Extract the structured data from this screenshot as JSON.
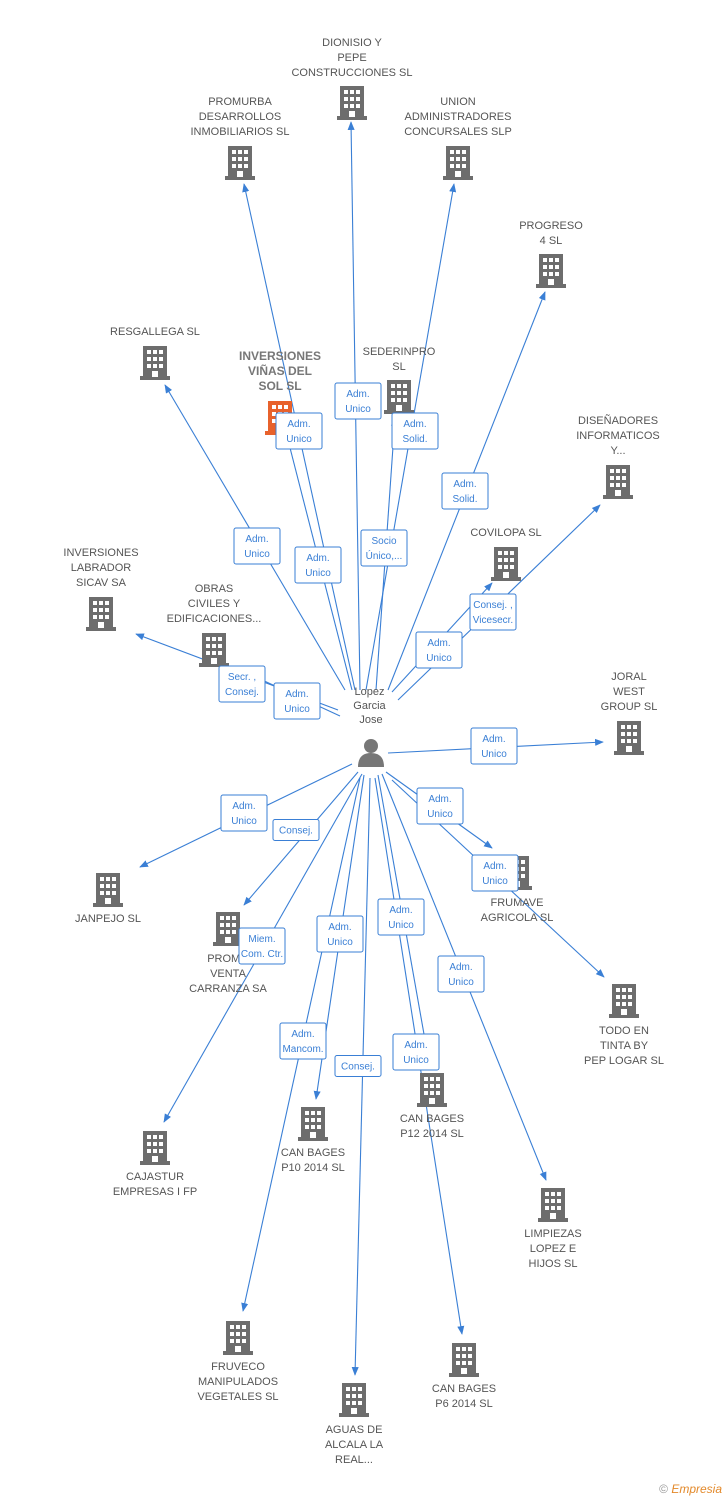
{
  "center": {
    "label": [
      "Lopez",
      "Garcia",
      "Jose"
    ]
  },
  "nodes": [
    {
      "id": "dionisio",
      "label": [
        "DIONISIO Y",
        "PEPE",
        "CONSTRUCCIONES SL"
      ]
    },
    {
      "id": "promurba",
      "label": [
        "PROMURBA",
        "DESARROLLOS",
        "INMOBILIARIOS SL"
      ]
    },
    {
      "id": "union",
      "label": [
        "UNION",
        "ADMINISTRADORES",
        "CONCURSALES SLP"
      ]
    },
    {
      "id": "progreso",
      "label": [
        "PROGRESO",
        "4 SL"
      ]
    },
    {
      "id": "resgallega",
      "label": [
        "RESGALLEGA SL"
      ]
    },
    {
      "id": "inversiones-vinas",
      "label": [
        "INVERSIONES",
        "VIÑAS DEL",
        "SOL SL"
      ],
      "focus": true
    },
    {
      "id": "sederinpro",
      "label": [
        "SEDERINPRO",
        "SL"
      ]
    },
    {
      "id": "disenadores",
      "label": [
        "DISEÑADORES",
        "INFORMATICOS",
        "Y..."
      ]
    },
    {
      "id": "covilopa",
      "label": [
        "COVILOPA SL"
      ]
    },
    {
      "id": "inversiones-labrador",
      "label": [
        "INVERSIONES",
        "LABRADOR",
        "SICAV SA"
      ]
    },
    {
      "id": "obras",
      "label": [
        "OBRAS",
        "CIVILES Y",
        "EDIFICACIONES..."
      ]
    },
    {
      "id": "joral",
      "label": [
        "JORAL",
        "WEST",
        "GROUP SL"
      ]
    },
    {
      "id": "janpejo",
      "label": [
        "JANPEJO SL"
      ]
    },
    {
      "id": "promo-venta",
      "label": [
        "PROMO",
        "VENTA",
        "CARRANZA SA"
      ]
    },
    {
      "id": "frumave",
      "label": [
        "FRUMAVE",
        "AGRICOLA SL"
      ]
    },
    {
      "id": "todo-en-tinta",
      "label": [
        "TODO EN",
        "TINTA BY",
        "PEP LOGAR SL"
      ]
    },
    {
      "id": "cajastur",
      "label": [
        "CAJASTUR",
        "EMPRESAS I FP"
      ]
    },
    {
      "id": "can-bages-p10",
      "label": [
        "CAN BAGES",
        "P10 2014  SL"
      ]
    },
    {
      "id": "can-bages-p12",
      "label": [
        "CAN BAGES",
        "P12 2014  SL"
      ]
    },
    {
      "id": "limpiezas",
      "label": [
        "LIMPIEZAS",
        "LOPEZ E",
        "HIJOS SL"
      ]
    },
    {
      "id": "fruveco",
      "label": [
        "FRUVECO",
        "MANIPULADOS",
        "VEGETALES SL"
      ]
    },
    {
      "id": "aguas",
      "label": [
        "AGUAS DE",
        "ALCALA LA",
        "REAL..."
      ]
    },
    {
      "id": "can-bages-p6",
      "label": [
        "CAN BAGES",
        "P6 2014  SL"
      ]
    }
  ],
  "edges": [
    {
      "target": "dionisio",
      "label": [
        "Adm.",
        "Unico"
      ]
    },
    {
      "target": "promurba",
      "label": [
        "Adm.",
        "Unico"
      ]
    },
    {
      "target": "union",
      "label": [
        "Socio",
        "Único,..."
      ]
    },
    {
      "target": "progreso",
      "label": [
        "Adm.",
        "Solid."
      ]
    },
    {
      "target": "resgallega",
      "label": [
        "Adm.",
        "Unico"
      ]
    },
    {
      "target": "inversiones-vinas",
      "label": [
        "Adm.",
        "Unico"
      ]
    },
    {
      "target": "sederinpro",
      "label": [
        "Adm.",
        "Solid."
      ]
    },
    {
      "target": "disenadores",
      "label": [
        "Consej. ,",
        "Vicesecr."
      ]
    },
    {
      "target": "covilopa",
      "label": [
        "Adm.",
        "Unico"
      ]
    },
    {
      "target": "inversiones-labrador",
      "label": [
        "Secr. ,",
        "Consej."
      ]
    },
    {
      "target": "obras",
      "label": [
        "Adm.",
        "Unico"
      ]
    },
    {
      "target": "joral",
      "label": [
        "Adm.",
        "Unico"
      ]
    },
    {
      "target": "janpejo",
      "label": [
        "Adm.",
        "Unico"
      ]
    },
    {
      "target": "promo-venta",
      "label": [
        "Consej."
      ]
    },
    {
      "target": "frumave",
      "label": [
        "Adm.",
        "Unico"
      ]
    },
    {
      "target": "todo-en-tinta",
      "label": [
        "Adm.",
        "Unico"
      ]
    },
    {
      "target": "cajastur",
      "label": [
        "Miem.",
        "Com. Ctr."
      ]
    },
    {
      "target": "can-bages-p10",
      "label": [
        "Adm.",
        "Unico"
      ]
    },
    {
      "target": "can-bages-p12",
      "label": [
        "Adm.",
        "Unico"
      ]
    },
    {
      "target": "limpiezas",
      "label": [
        "Adm.",
        "Unico"
      ]
    },
    {
      "target": "fruveco",
      "label": [
        "Adm.",
        "Mancom."
      ]
    },
    {
      "target": "aguas",
      "label": [
        "Consej."
      ]
    },
    {
      "target": "can-bages-p6",
      "label": [
        "Adm.",
        "Unico"
      ]
    }
  ],
  "colors": {
    "edge": "#3a7fd5",
    "building": "#6d6d6d",
    "focus_building": "#e8622c",
    "person": "#777777",
    "text": "#555555"
  },
  "footer": {
    "copyright": "©",
    "brand": "Empresia"
  }
}
